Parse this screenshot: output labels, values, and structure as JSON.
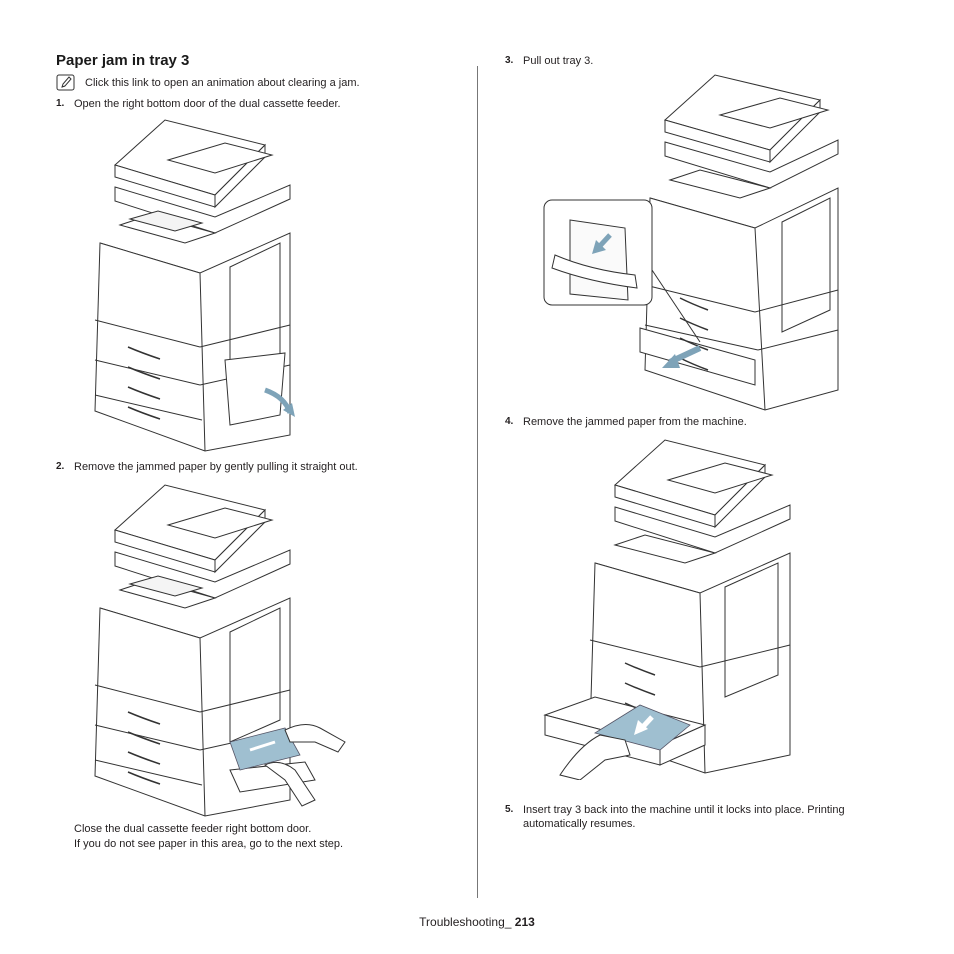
{
  "page": {
    "title": "Paper jam in tray 3",
    "note": {
      "icon": "note-pencil-icon",
      "text": "Click this link to open an animation about clearing a jam."
    },
    "steps": [
      {
        "num": "1.",
        "text": "Open the right bottom door of the dual cassette feeder."
      },
      {
        "num": "2.",
        "text": "Remove the jammed paper by gently pulling it straight out."
      },
      {
        "num": "3.",
        "text": "Pull out tray 3."
      },
      {
        "num": "4.",
        "text": "Remove the jammed paper from the machine."
      },
      {
        "num": "5.",
        "text": "Insert tray 3 back into the machine until it locks into place. Printing automatically resumes."
      }
    ],
    "step2_notes": [
      "Close the dual cassette feeder right bottom door.",
      "If you do not see paper in this area, go to the next step."
    ],
    "footer": {
      "section": "Troubleshooting_",
      "page_number": "213"
    },
    "colors": {
      "arrow": "#7ea3b8",
      "paper": "#9fbfd0",
      "line": "#333333"
    }
  }
}
